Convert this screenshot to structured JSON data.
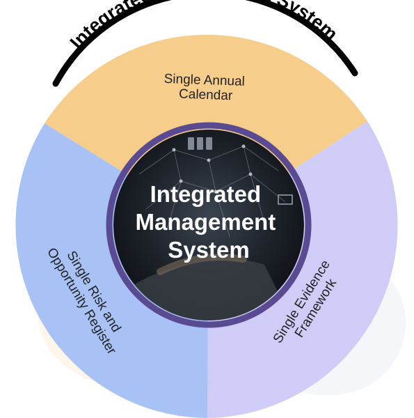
{
  "diagram": {
    "outer_title": "Integrated Management System",
    "center_title_lines": [
      "Integrated",
      "Management",
      "System"
    ],
    "segments": [
      {
        "name": "top",
        "lines": [
          "Single Annual",
          "Calendar"
        ],
        "color": "#f7cd8c"
      },
      {
        "name": "left",
        "lines": [
          "Single Risk and",
          "Opportunity Register"
        ],
        "color": "#a8c2f5"
      },
      {
        "name": "right",
        "lines": [
          "Single Evidence",
          "Framework"
        ],
        "color": "#cfcdf7"
      }
    ],
    "colors": {
      "center_ring": "#5a4a92",
      "center_bg": "#1b1f26",
      "title_arc_stroke": "#000000"
    }
  }
}
